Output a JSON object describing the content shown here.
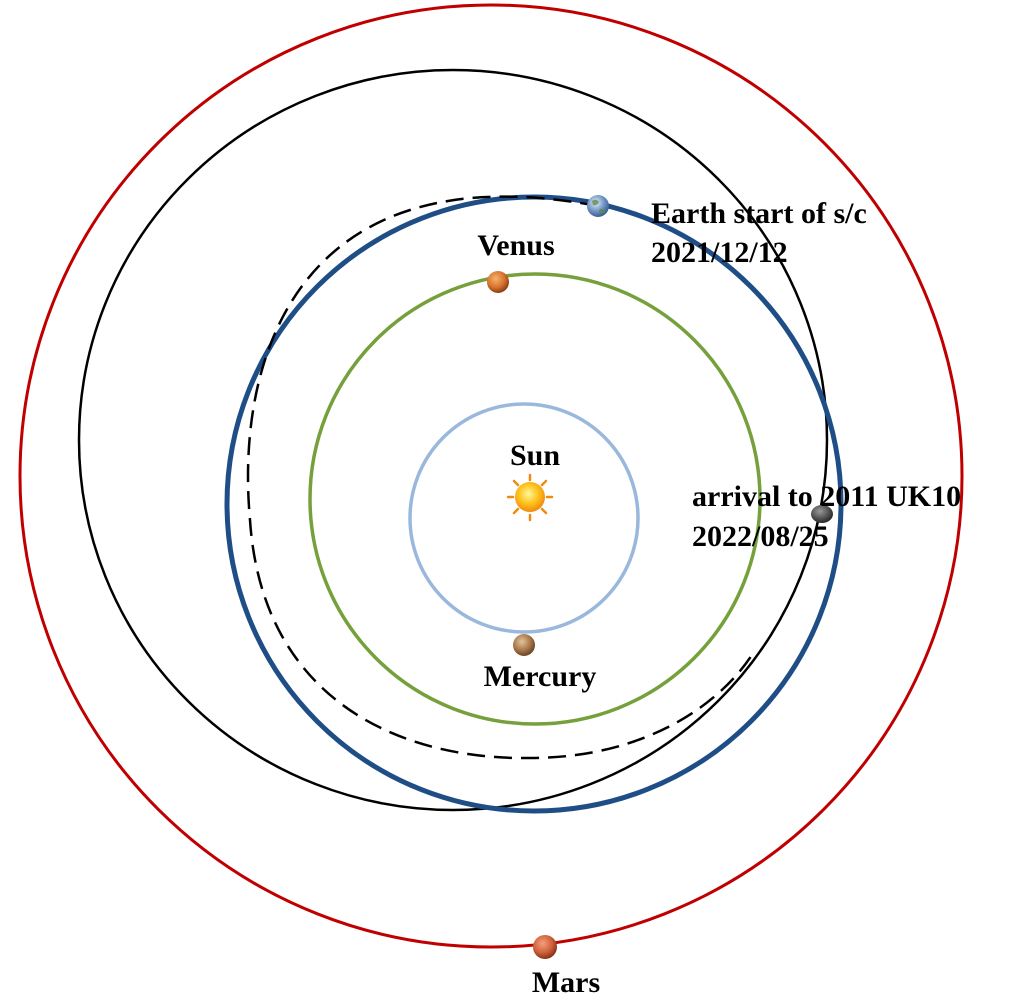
{
  "labels": {
    "earth_line1": "Earth start of s/c",
    "earth_line2": "2021/12/12",
    "venus": "Venus",
    "sun": "Sun",
    "arrival_line1": "arrival to 2011 UK10",
    "arrival_line2": "2022/08/25",
    "mercury": "Mercury",
    "mars": "Mars"
  },
  "colors": {
    "mars_orbit": "#c00000",
    "earth_orbit": "#1f4e87",
    "venus_orbit": "#76a03c",
    "mercury_orbit": "#9ab8dc",
    "trajectory": "#000000",
    "sun": "#f7a71b",
    "earth": "#7a9cc2",
    "venus": "#d9742e",
    "mercury": "#b5865a",
    "mars": "#d66a45",
    "asteroid": "#555555"
  }
}
